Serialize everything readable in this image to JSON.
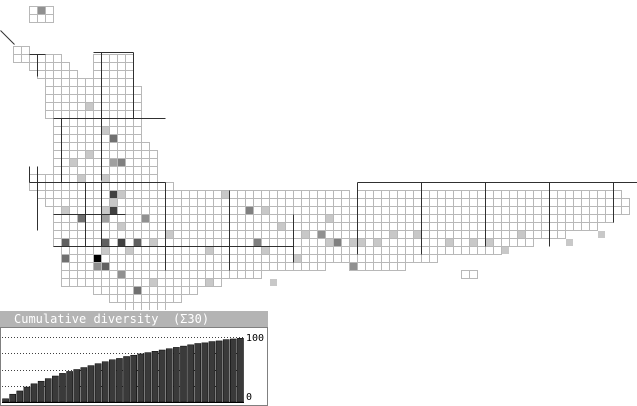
{
  "panel": {
    "title": "Cumulative diversity  (Σ30)"
  },
  "chart_data": {
    "type": "bar",
    "title": "Cumulative diversity  (Σ30)",
    "ylim": [
      0,
      100
    ],
    "ytick_labels": [
      "100",
      "0"
    ],
    "grid": true,
    "values": [
      5,
      12,
      17,
      23,
      28,
      32,
      36,
      40,
      44,
      47,
      50,
      53,
      56,
      59,
      62,
      65,
      67,
      70,
      72,
      74,
      76,
      78,
      80,
      82,
      84,
      86,
      88,
      90,
      91,
      93,
      94,
      96,
      97,
      98
    ]
  },
  "map": {
    "colors": {
      "grid": "#b8b8b8",
      "bold": "#303030"
    }
  }
}
